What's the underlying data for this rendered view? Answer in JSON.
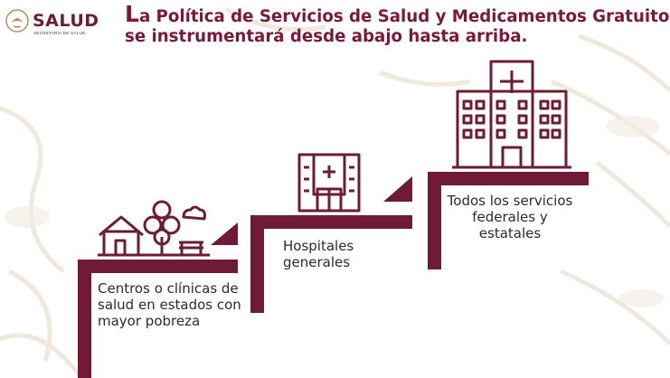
{
  "header": {
    "logo_text": "SALUD",
    "logo_subtext": "SECRETARÍA DE SALUD",
    "title_first_letter": "L",
    "title_line1_rest": "a Política de Servicios de Salud y Medicamentos Gratuitos",
    "title_line2": "se instrumentará desde abajo hasta arriba."
  },
  "steps": [
    {
      "label": "Centros o clínicas de salud en estados con mayor pobreza",
      "icon": "clinic-house-tree-bench-icon"
    },
    {
      "label": "Hospitales generales",
      "icon": "hospital-icon"
    },
    {
      "label": "Todos los servicios federales y estatales",
      "icon": "large-hospital-building-icon"
    }
  ],
  "colors": {
    "brand": "#6b1d36",
    "stair": "#6e1a38",
    "icon_stroke": "#6b1d36",
    "text": "#2b2b2b",
    "background_pattern": "#efe6da"
  }
}
